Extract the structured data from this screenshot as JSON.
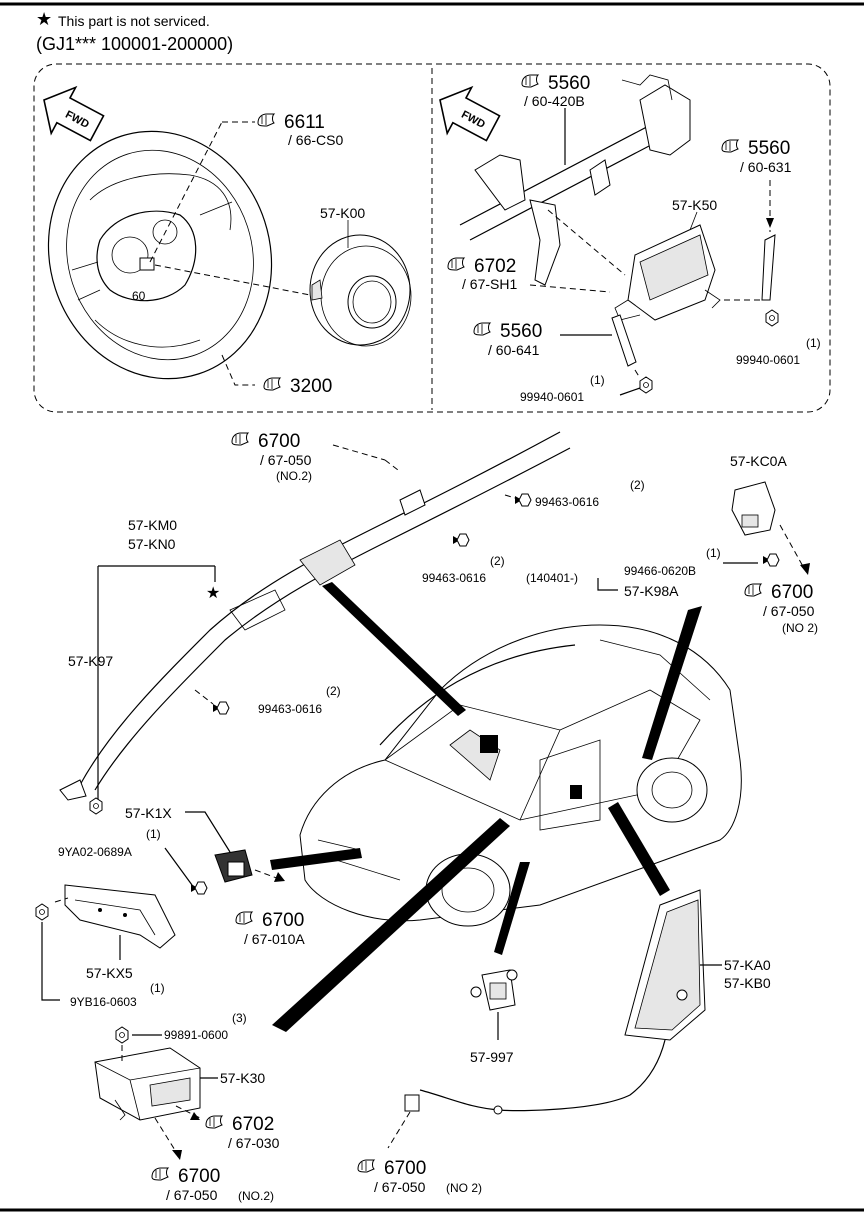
{
  "header": {
    "note": "This part is not serviced.",
    "serial_range": "(GJ1*** 100001-200000)"
  },
  "fwd_label": "FWD",
  "callouts": [
    {
      "id": "c1",
      "big": "6611",
      "sub": "/ 66-CS0"
    },
    {
      "id": "c2",
      "big": "3200"
    },
    {
      "id": "c3",
      "big": "5560",
      "sub": "/ 60-420B"
    },
    {
      "id": "c4",
      "big": "5560",
      "sub": "/ 60-631"
    },
    {
      "id": "c5",
      "big": "6702",
      "sub": "/ 67-SH1"
    },
    {
      "id": "c6",
      "big": "5560",
      "sub": "/ 60-641"
    },
    {
      "id": "c7",
      "big": "6700",
      "sub": "/ 67-050",
      "note": "(NO.2)"
    },
    {
      "id": "c8",
      "big": "6700",
      "sub": "/ 67-050",
      "note": "(NO 2)"
    },
    {
      "id": "c9",
      "big": "6700",
      "sub": "/ 67-010A"
    },
    {
      "id": "c10",
      "big": "6702",
      "sub": "/ 67-030"
    },
    {
      "id": "c11",
      "big": "6700",
      "sub": "/ 67-050",
      "note": "(NO.2)"
    },
    {
      "id": "c12",
      "big": "6700",
      "sub": "/ 67-050",
      "note": "(NO 2)"
    }
  ],
  "parts": {
    "p_57k00": "57-K00",
    "p_57k50": "57-K50",
    "p_57kc0a": "57-KC0A",
    "p_57km0": "57-KM0",
    "p_57kn0": "57-KN0",
    "p_57k97": "57-K97",
    "p_57k1x": "57-K1X",
    "p_57kx5": "57-KX5",
    "p_57k30": "57-K30",
    "p_57997": "57-997",
    "p_57ka0": "57-KA0",
    "p_57kb0": "57-KB0",
    "p_57k98a": "57-K98A",
    "date_code": "(140401-)",
    "wheel_mark": "60"
  },
  "fasteners": [
    {
      "id": "f1",
      "qty": "(1)",
      "code": "99940-0601"
    },
    {
      "id": "f2",
      "qty": "(1)",
      "code": "99940-0601"
    },
    {
      "id": "f3",
      "qty": "(2)",
      "code": "99463-0616"
    },
    {
      "id": "f4",
      "qty": "(2)",
      "code": "99463-0616"
    },
    {
      "id": "f5",
      "qty": "(1)",
      "code": "99466-0620B"
    },
    {
      "id": "f6",
      "qty": "(2)",
      "code": "99463-0616"
    },
    {
      "id": "f7",
      "qty": "(1)",
      "code": "9YA02-0689A"
    },
    {
      "id": "f8",
      "qty": "(1)",
      "code": "9YB16-0603"
    },
    {
      "id": "f9",
      "qty": "(3)",
      "code": "99891-0600"
    }
  ]
}
